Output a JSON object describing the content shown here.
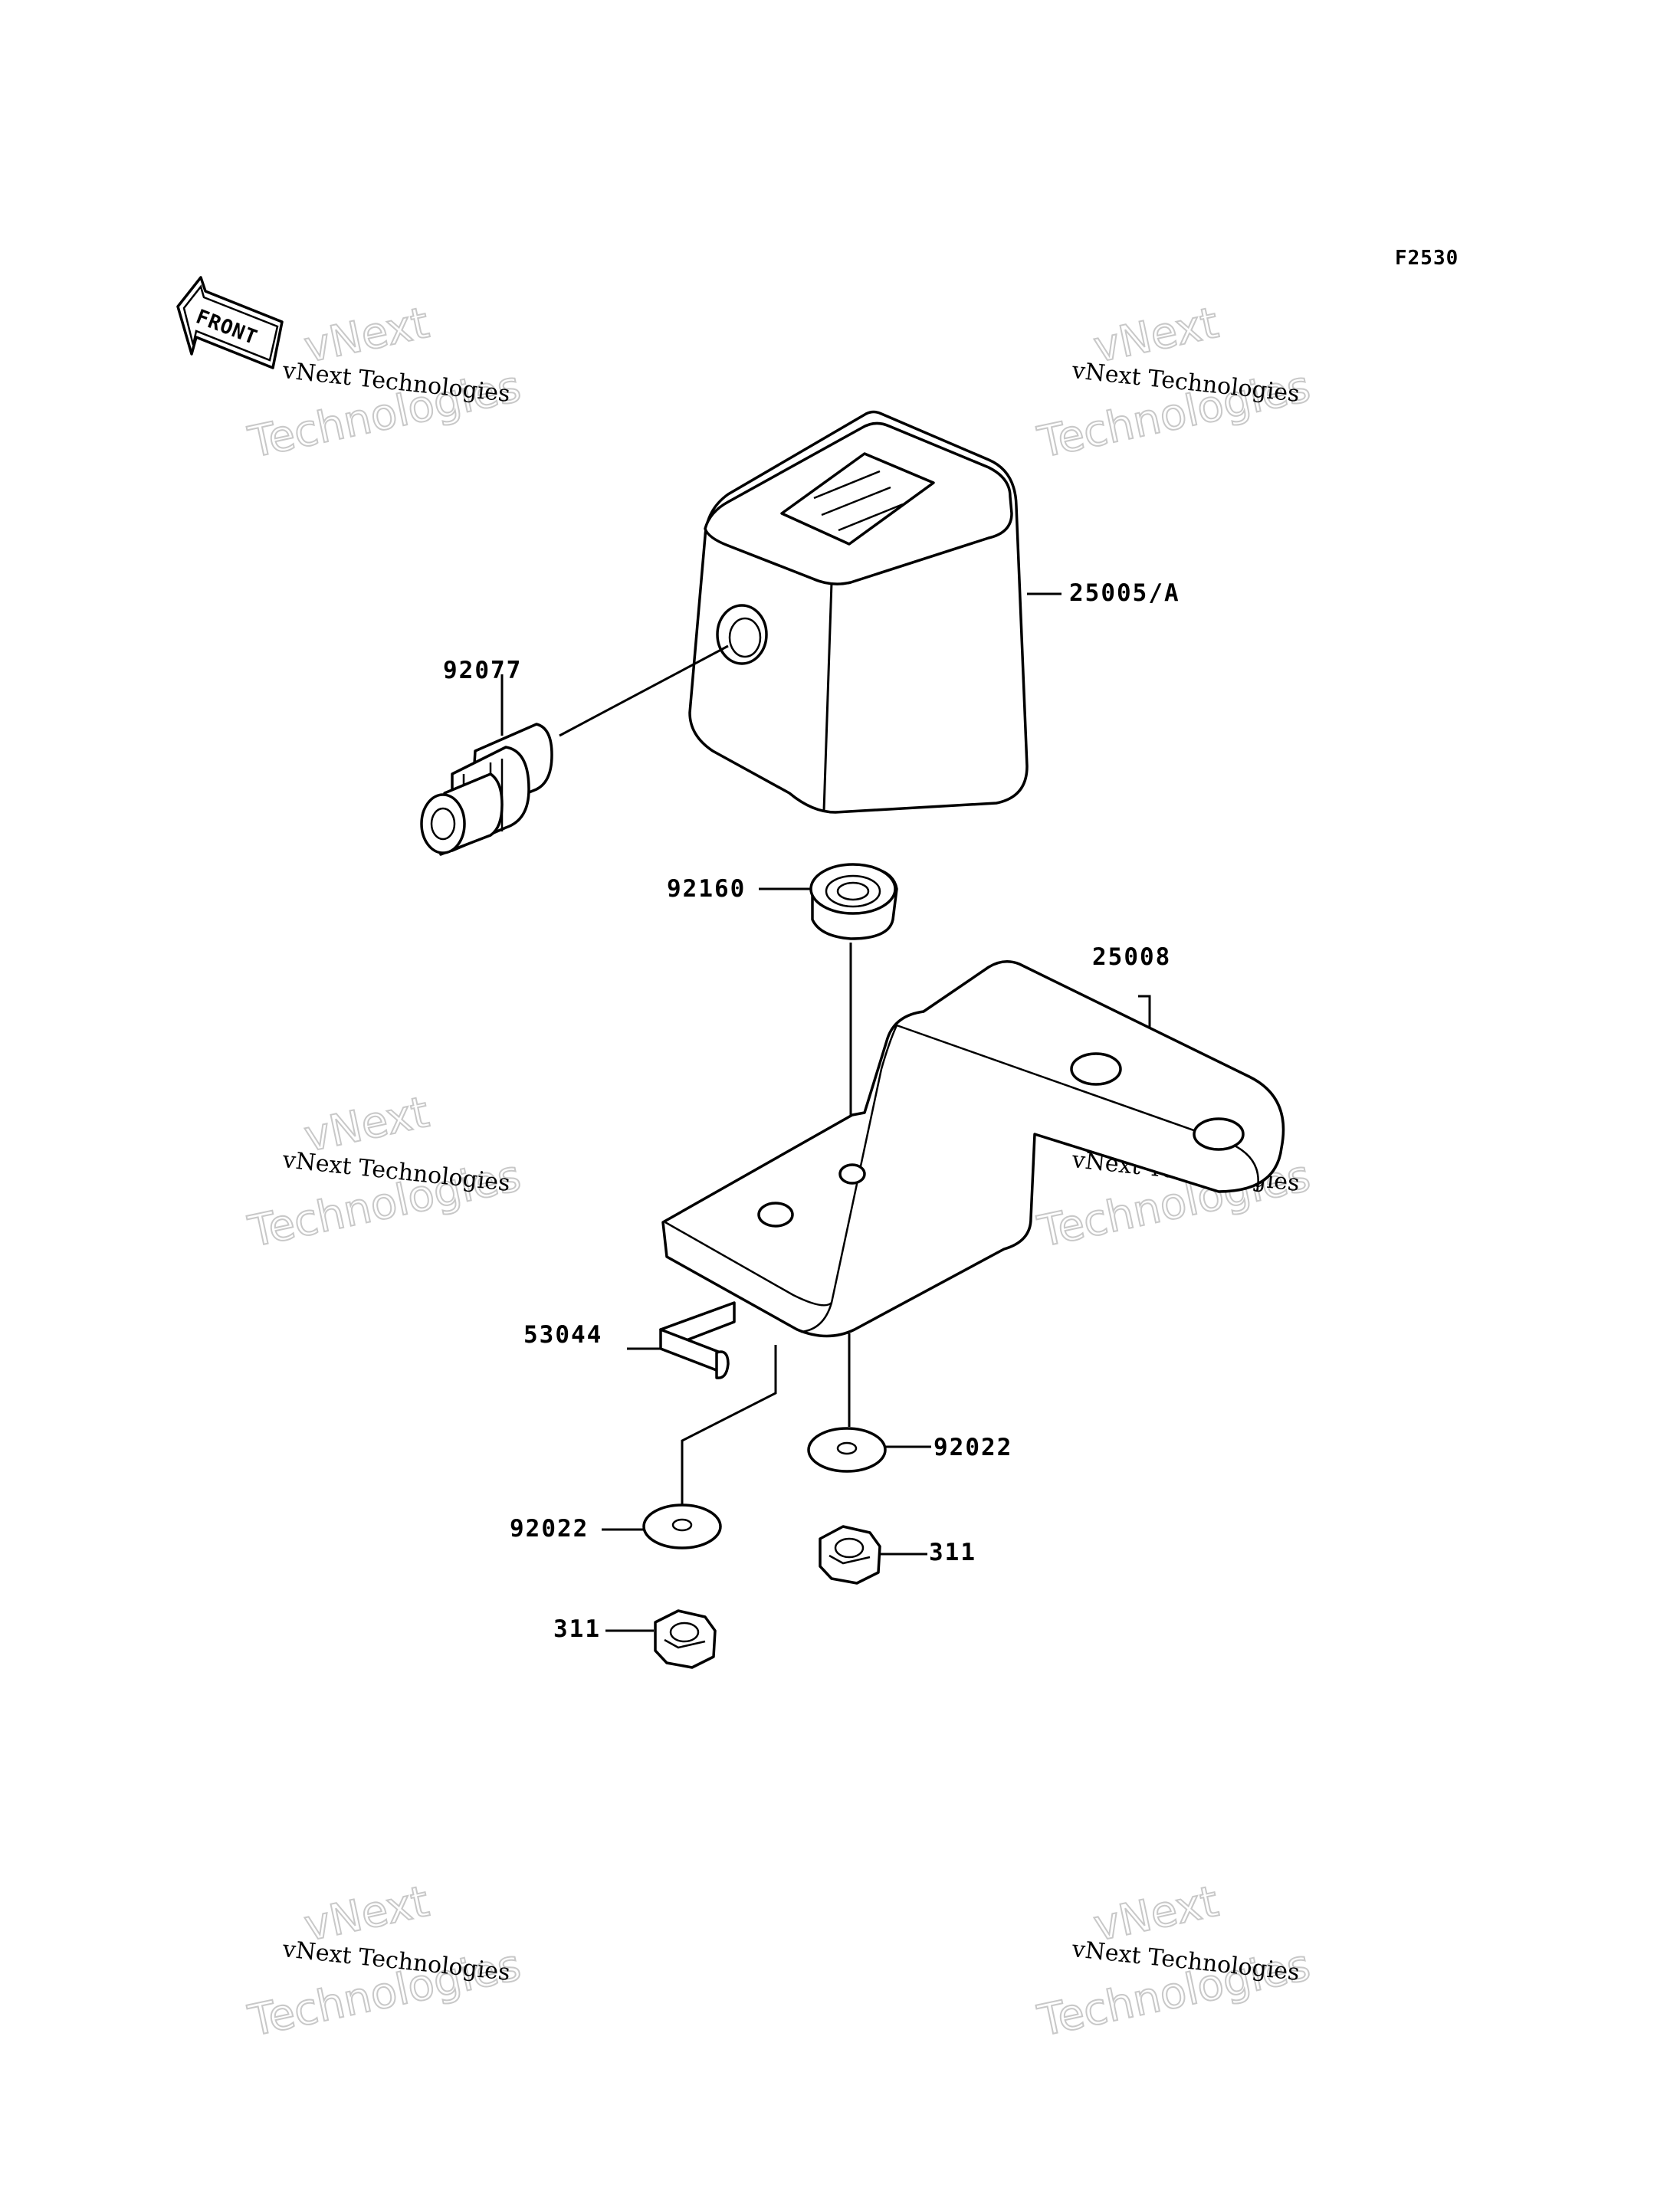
{
  "figure_code": "F2530",
  "front_arrow_label": "FRONT",
  "watermark": {
    "line_small": "vNext Technologies",
    "line_big_top": "vNext",
    "line_big_bottom": "Technologies"
  },
  "callouts": [
    {
      "id": "c1",
      "part_number": "25005/A"
    },
    {
      "id": "c2",
      "part_number": "92077"
    },
    {
      "id": "c3",
      "part_number": "92160"
    },
    {
      "id": "c4",
      "part_number": "25008"
    },
    {
      "id": "c5",
      "part_number": "53044"
    },
    {
      "id": "c6",
      "part_number": "92022"
    },
    {
      "id": "c7",
      "part_number": "92022"
    },
    {
      "id": "c8",
      "part_number": "311"
    },
    {
      "id": "c9",
      "part_number": "311"
    }
  ]
}
